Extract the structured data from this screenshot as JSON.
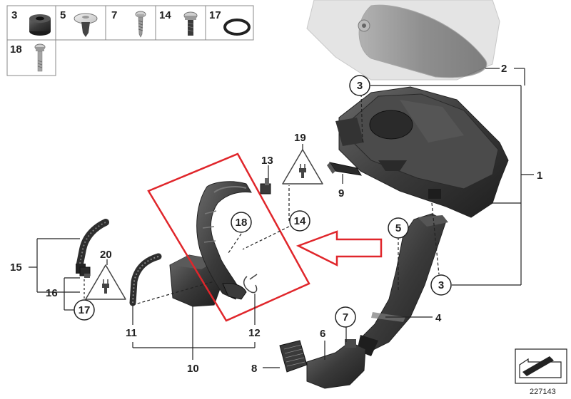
{
  "parts_legend": [
    {
      "number": "3",
      "icon": "rubber-grommet-icon"
    },
    {
      "number": "5",
      "icon": "expanding-rivet-icon"
    },
    {
      "number": "7",
      "icon": "screw-icon"
    },
    {
      "number": "14",
      "icon": "hex-bolt-icon"
    },
    {
      "number": "17",
      "icon": "o-ring-icon"
    },
    {
      "number": "18",
      "icon": "bolt-icon"
    }
  ],
  "callouts": {
    "c1": "1",
    "c2": "2",
    "c3a": "3",
    "c3b": "3",
    "c4": "4",
    "c5": "5",
    "c6": "6",
    "c7": "7",
    "c8": "8",
    "c9": "9",
    "c10": "10",
    "c11": "11",
    "c12": "12",
    "c13": "13",
    "c14": "14",
    "c15": "15",
    "c16": "16",
    "c17": "17",
    "c18": "18",
    "c19": "19",
    "c20": "20"
  },
  "diagram_number": "227143",
  "colors": {
    "highlight": "#e0262b",
    "part_dark": "#3a3a3a",
    "engine_cover": "#d9d9d9"
  }
}
